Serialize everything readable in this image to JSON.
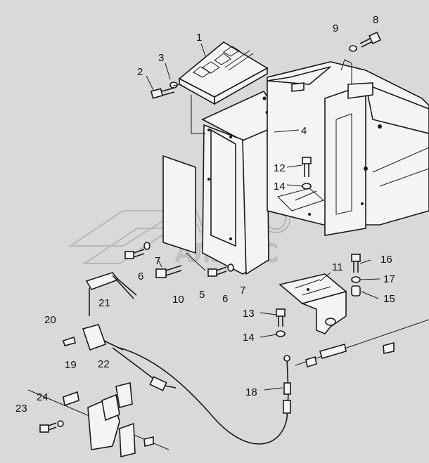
{
  "watermark": {
    "line1": "АВТО",
    "line2": "АЛЬЯНС"
  },
  "callouts": {
    "c1": "1",
    "c2": "2",
    "c3": "3",
    "c4": "4",
    "c5": "5",
    "c6a": "6",
    "c6b": "6",
    "c7a": "7",
    "c7b": "7",
    "c8": "8",
    "c9": "9",
    "c10": "10",
    "c11": "11",
    "c12": "12",
    "c13": "13",
    "c14a": "14",
    "c14b": "14",
    "c15": "15",
    "c16": "16",
    "c17": "17",
    "c18": "18",
    "c19": "19",
    "c20": "20",
    "c21": "21",
    "c22": "22",
    "c23": "23",
    "c24": "24"
  }
}
